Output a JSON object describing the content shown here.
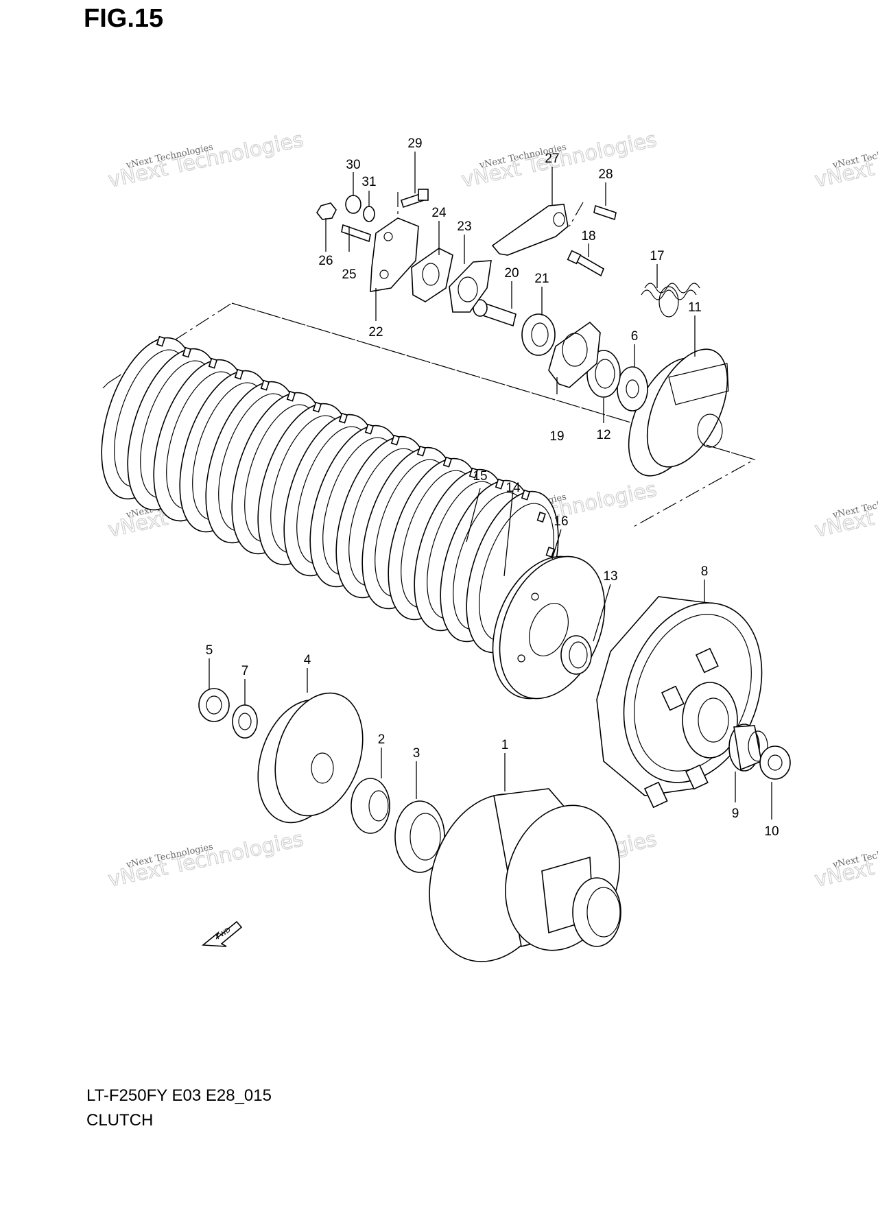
{
  "figure": {
    "title": "FIG.15",
    "model_code": "LT-F250FY E03 E28_015",
    "section": "CLUTCH",
    "direction_label": "FWD"
  },
  "watermark": {
    "line1": "vNext Technologies",
    "line2": "vNext Technologies"
  },
  "callouts": [
    "1",
    "2",
    "3",
    "4",
    "5",
    "6",
    "7",
    "8",
    "9",
    "10",
    "11",
    "12",
    "13",
    "14",
    "15",
    "16",
    "17",
    "18",
    "19",
    "20",
    "21",
    "22",
    "23",
    "24",
    "25",
    "26",
    "27",
    "28",
    "29",
    "30",
    "31"
  ]
}
